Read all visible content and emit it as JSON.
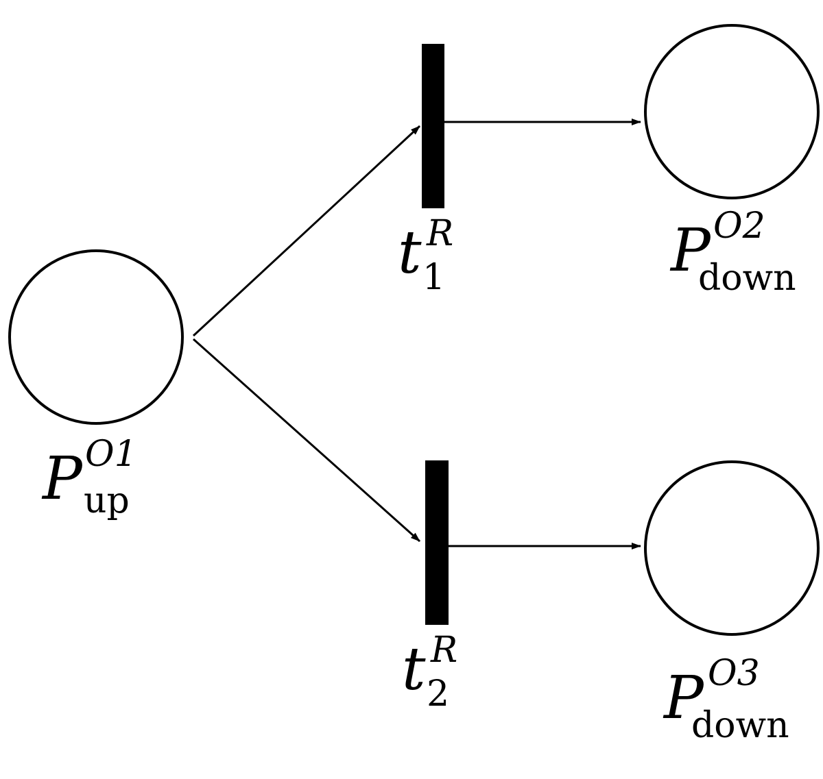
{
  "places": {
    "p_up_o1": {
      "base": "P",
      "sup": "O1",
      "sub": "up"
    },
    "p_down_o2": {
      "base": "P",
      "sup": "O2",
      "sub": "down"
    },
    "p_down_o3": {
      "base": "P",
      "sup": "O3",
      "sub": "down"
    }
  },
  "transitions": {
    "t1_r": {
      "base": "t",
      "sup": "R",
      "sub": "1"
    },
    "t2_r": {
      "base": "t",
      "sup": "R",
      "sub": "2"
    }
  },
  "arcs": [
    {
      "from": "p_up_o1",
      "to": "t1_r"
    },
    {
      "from": "p_up_o1",
      "to": "t2_r"
    },
    {
      "from": "t1_r",
      "to": "p_down_o2"
    },
    {
      "from": "t2_r",
      "to": "p_down_o3"
    }
  ]
}
